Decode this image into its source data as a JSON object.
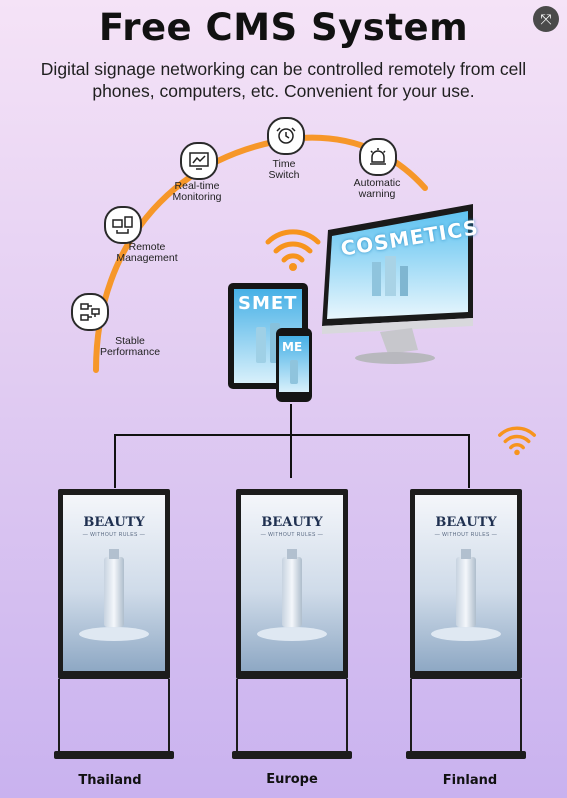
{
  "header": {
    "title": "Free CMS System",
    "subtitle": "Digital signage networking can be controlled remotely from cell phones, computers, etc. Convenient for your use."
  },
  "features": [
    {
      "icon": "flow-chart-icon",
      "line1": "Stable",
      "line2": "Performance"
    },
    {
      "icon": "remote-devices-icon",
      "line1": "Remote",
      "line2": "Management"
    },
    {
      "icon": "monitor-chart-icon",
      "line1": "Real-time",
      "line2": "Monitoring"
    },
    {
      "icon": "clock-switch-icon",
      "line1": "Time",
      "line2": "Switch"
    },
    {
      "icon": "alarm-bell-icon",
      "line1": "Automatic",
      "line2": "warning"
    }
  ],
  "devices": {
    "monitor_text": "COSMETICS",
    "tablet_text": "SMET",
    "phone_text": "ME"
  },
  "kiosks": [
    {
      "brand": "BEAUTY",
      "tagline": "— WITHOUT RULES —",
      "location": "Thailand"
    },
    {
      "brand": "BEAUTY",
      "tagline": "— WITHOUT RULES —",
      "location": "Europe"
    },
    {
      "brand": "BEAUTY",
      "tagline": "— WITHOUT RULES —",
      "location": "Finland"
    }
  ],
  "colors": {
    "arc": "#f7941d",
    "wifi": "#f7941d",
    "connector": "#111111"
  }
}
